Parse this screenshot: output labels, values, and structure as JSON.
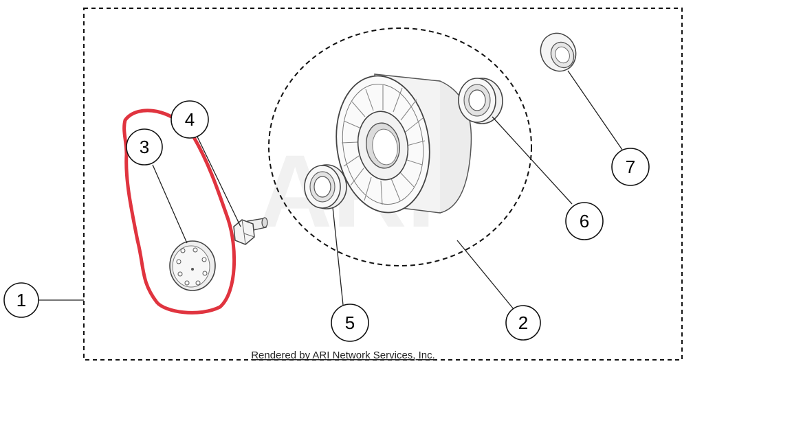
{
  "diagram": {
    "watermark": "ARI",
    "credit": "Rendered by ARI Network Services, Inc.",
    "callouts": [
      {
        "id": "1",
        "label": "1"
      },
      {
        "id": "2",
        "label": "2"
      },
      {
        "id": "3",
        "label": "3"
      },
      {
        "id": "4",
        "label": "4"
      },
      {
        "id": "5",
        "label": "5"
      },
      {
        "id": "6",
        "label": "6"
      },
      {
        "id": "7",
        "label": "7"
      }
    ],
    "highlight_color": "#e0343f"
  }
}
